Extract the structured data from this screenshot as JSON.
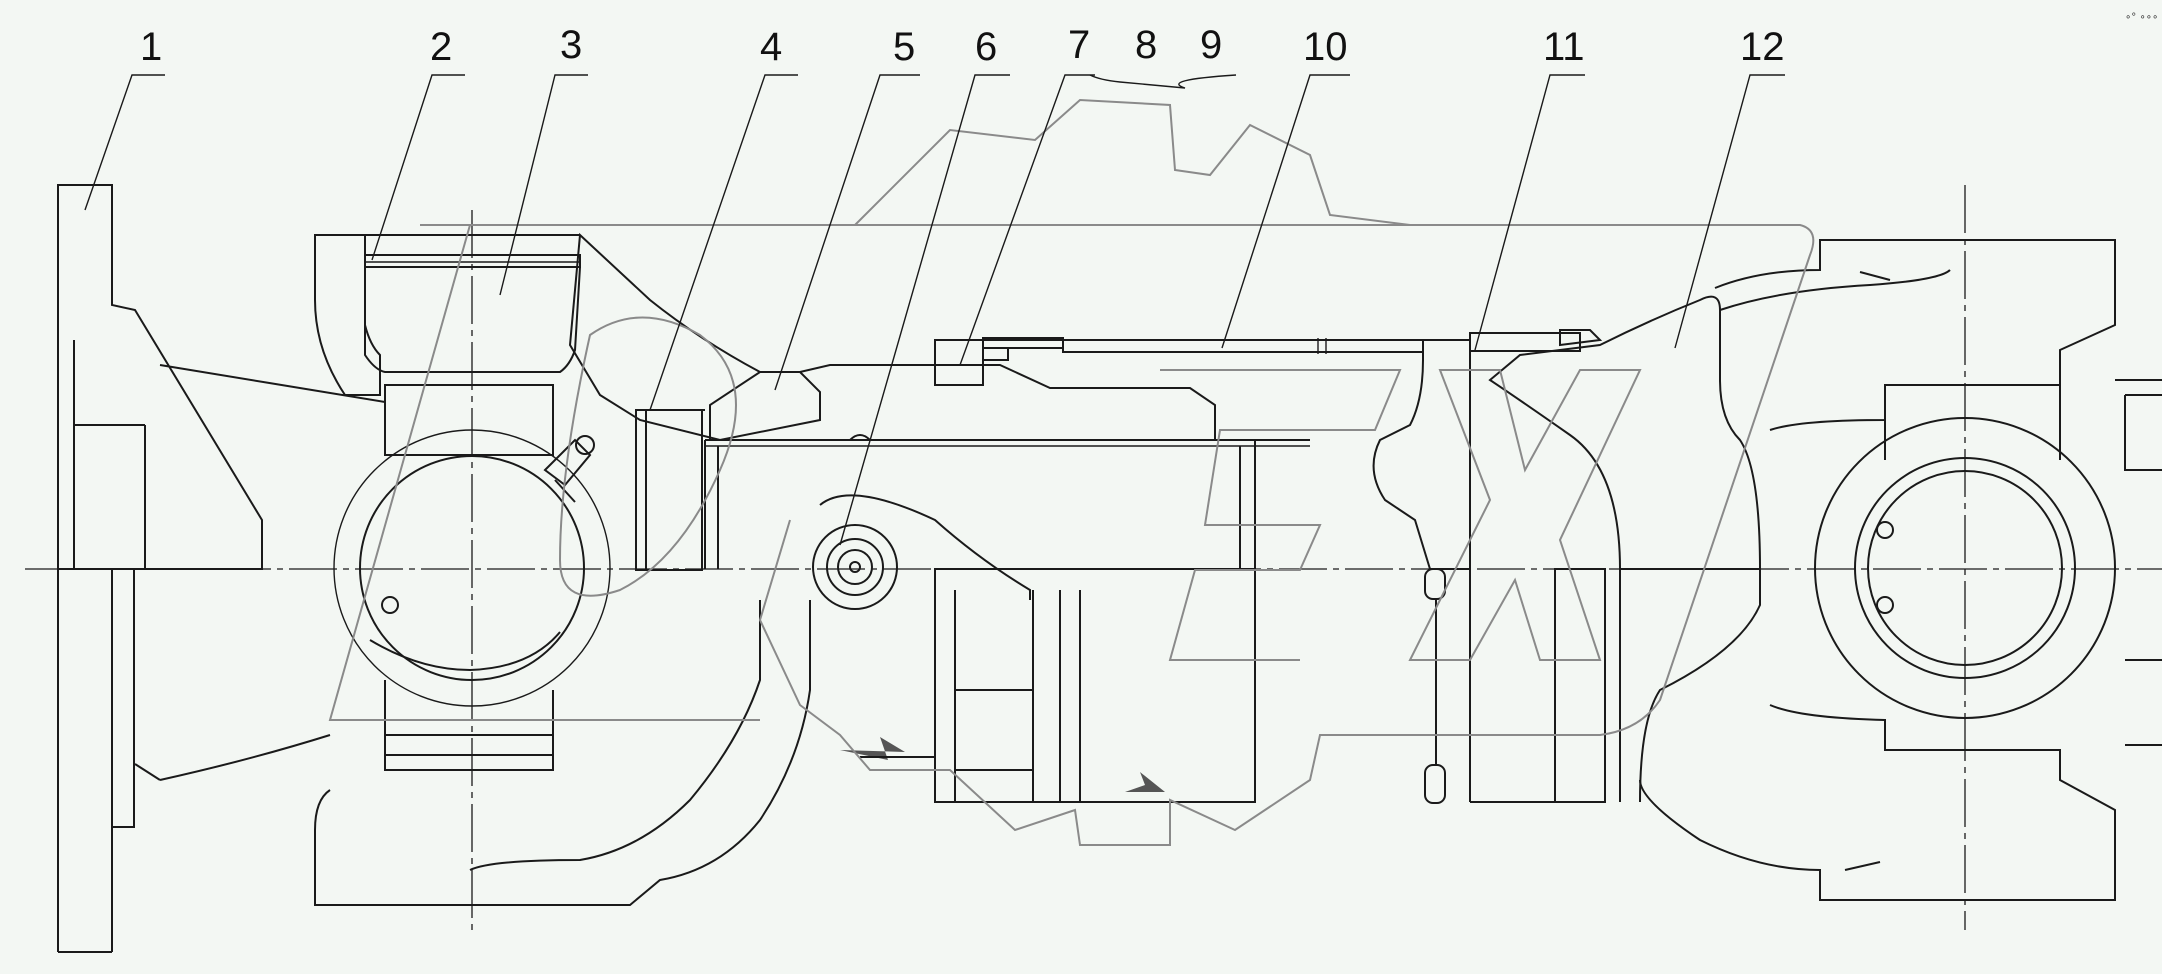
{
  "callouts": [
    {
      "label": "1"
    },
    {
      "label": "2"
    },
    {
      "label": "3"
    },
    {
      "label": "4"
    },
    {
      "label": "5"
    },
    {
      "label": "6"
    },
    {
      "label": "7"
    },
    {
      "label": "8"
    },
    {
      "label": "9"
    },
    {
      "label": "10"
    },
    {
      "label": "11"
    },
    {
      "label": "12"
    }
  ],
  "watermark": {
    "text": "OPEX"
  },
  "corner_mark": {
    "text": "∘° ∘∘∘"
  },
  "colors": {
    "background": "#f3f7f3",
    "line": "#1a1a1a",
    "watermark": "#8a8a8a",
    "shaded": "#8c8c8c"
  }
}
